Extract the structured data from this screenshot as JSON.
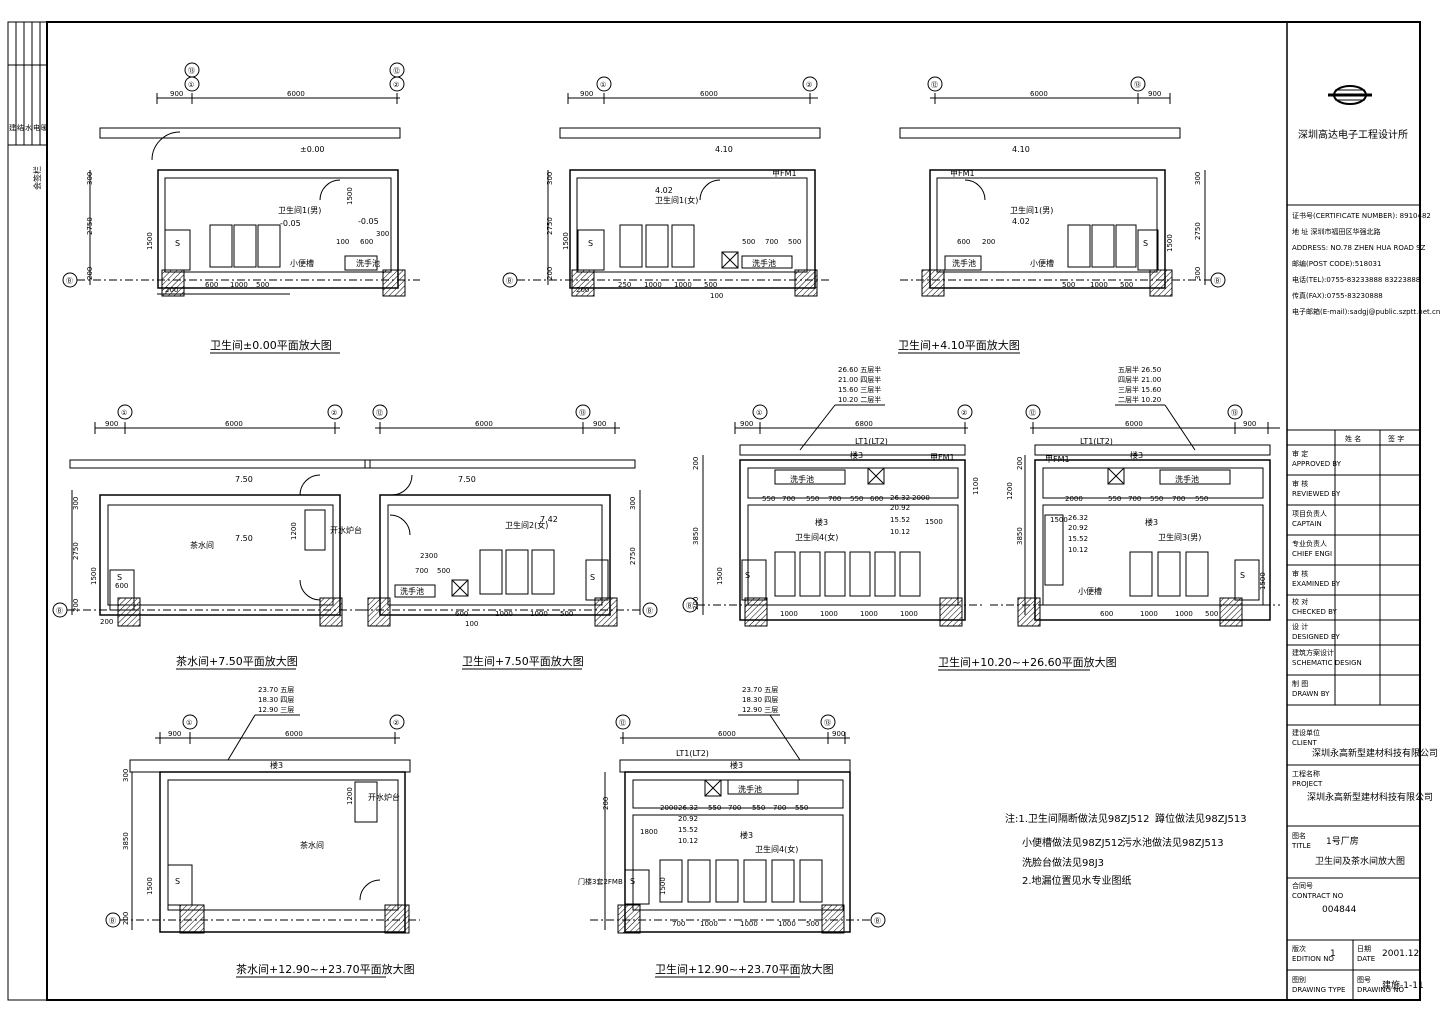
{
  "titles": {
    "p1": "卫生间±0.00平面放大图",
    "p2": "卫生间+4.10平面放大图",
    "p3": "茶水间+7.50平面放大图",
    "p4": "卫生间+7.50平面放大图",
    "p5": "卫生间+10.20~+26.60平面放大图",
    "p6": "茶水间+12.90~+23.70平面放大图",
    "p7": "卫生间+12.90~+23.70平面放大图"
  },
  "plan1": {
    "axes": [
      "⑬",
      "①",
      "⑫",
      "②",
      "Ⓑ"
    ],
    "dims": [
      "900",
      "6000",
      "300",
      "2750",
      "200",
      "1500",
      "200",
      "600",
      "1000",
      "500",
      "100",
      "600",
      "300",
      "1500"
    ],
    "labels": [
      "±0.00",
      "卫生间1(男)",
      "-0.05",
      "-0.05",
      "小便槽",
      "洗手池",
      "S"
    ]
  },
  "plan2": {
    "axes": [
      "①",
      "②",
      "Ⓑ"
    ],
    "dims": [
      "900",
      "6000",
      "300",
      "2750",
      "200",
      "1500",
      "200",
      "250",
      "1000",
      "1000",
      "500",
      "100",
      "500",
      "700",
      "500"
    ],
    "labels": [
      "4.10",
      "4.02",
      "卫生间1(女)",
      "甲FM1",
      "洗手池",
      "S"
    ]
  },
  "plan3": {
    "axes": [
      "⑫",
      "⑬",
      "Ⓑ"
    ],
    "dims": [
      "6000",
      "900",
      "300",
      "2750",
      "200",
      "600",
      "300",
      "500",
      "1000",
      "500",
      "1500"
    ],
    "labels": [
      "4.10",
      "4.02",
      "卫生间1(男)",
      "甲FM1",
      "洗手池",
      "小便槽",
      "S"
    ]
  },
  "plan4": {
    "axes": [
      "①",
      "②",
      "Ⓑ"
    ],
    "dims": [
      "900",
      "6000",
      "300",
      "2750",
      "200",
      "1500",
      "200",
      "600",
      "1200"
    ],
    "labels": [
      "7.50",
      "7.50",
      "茶水间",
      "开水炉台",
      "S"
    ]
  },
  "plan5": {
    "axes": [
      "⑫",
      "⑬",
      "Ⓑ"
    ],
    "dims": [
      "6000",
      "900",
      "2300",
      "700",
      "500",
      "600",
      "1000",
      "1000",
      "500",
      "100",
      "300",
      "2750"
    ],
    "labels": [
      "7.50",
      "卫生间2(女)",
      "7.42",
      "洗手池",
      "S"
    ]
  },
  "plan6": {
    "axes": [
      "①",
      "②",
      "Ⓑ"
    ],
    "levels": [
      "26.60 五层半",
      "21.00 四层半",
      "15.60 三层半",
      "10.20 二层半"
    ],
    "dims": [
      "900",
      "6800",
      "200",
      "3850",
      "1500",
      "200",
      "550",
      "700",
      "550",
      "700",
      "550",
      "600",
      "1000",
      "1000",
      "1000",
      "1000",
      "2000",
      "1500",
      "1100"
    ],
    "labels": [
      "LT1(LT2)",
      "楼3",
      "洗手池",
      "甲FM1",
      "26.32",
      "20.92",
      "15.52",
      "10.12",
      "卫生间4(女)",
      "S"
    ]
  },
  "plan7": {
    "axes": [
      "⑫",
      "⑬",
      "Ⓑ"
    ],
    "levels": [
      "五层半 26.50",
      "四层半 21.00",
      "三层半 15.60",
      "二层半 10.20"
    ],
    "dims": [
      "6000",
      "900",
      "200",
      "3850",
      "1500",
      "1500",
      "2000",
      "550",
      "700",
      "550",
      "700",
      "550",
      "600",
      "1000",
      "1000",
      "500",
      "1200"
    ],
    "labels": [
      "LT1(LT2)",
      "楼3",
      "洗手池",
      "甲FM1",
      "26.32",
      "20.92",
      "15.52",
      "10.12",
      "卫生间3(男)",
      "小便槽",
      "S"
    ]
  },
  "plan8": {
    "axes": [
      "①",
      "②",
      "Ⓑ"
    ],
    "levels": [
      "23.70 五层",
      "18.30 四层",
      "12.90 三层"
    ],
    "dims": [
      "900",
      "6000",
      "300",
      "3850",
      "1500",
      "200",
      "1200"
    ],
    "labels": [
      "楼3",
      "开水炉台",
      "茶水间",
      "S"
    ]
  },
  "plan9": {
    "axes": [
      "⑫",
      "⑬",
      "Ⓑ"
    ],
    "levels": [
      "23.70 五层",
      "18.30 四层",
      "12.90 三层"
    ],
    "dims": [
      "6000",
      "900",
      "200",
      "1800",
      "1500",
      "2000",
      "550",
      "700",
      "550",
      "700",
      "550",
      "1000",
      "1000",
      "1000",
      "700",
      "500"
    ],
    "labels": [
      "LT1(LT2)",
      "楼3",
      "洗手池",
      "26.32",
      "20.92",
      "15.52",
      "10.12",
      "卫生间4(女)",
      "门楼3套2FMB",
      "S"
    ]
  },
  "notes": [
    "注:1.卫生间隔断做法见98ZJ512",
    "蹲位做法见98ZJ513",
    "小便槽做法见98ZJ512",
    "污水池做法见98ZJ513",
    "洗脸台做法见98J3",
    "2.地漏位置见水专业图纸"
  ],
  "left_strip": {
    "stamp": "会签栏",
    "cells": [
      "建",
      "结",
      "水",
      "电",
      "暖"
    ]
  },
  "title_block": {
    "firm": "深圳高达电子工程设计所",
    "cert": "证书号(CERTIFICATE NUMBER): 8910482",
    "addr": "地  址  深圳市福田区华强北路",
    "addr_en": "ADDRESS: NO.78 ZHEN HUA ROAD SZ",
    "post": "邮编(POST CODE):518031",
    "tel": "电话(TEL):0755-83233888 83223888",
    "fax": "传真(FAX):0755-83230888",
    "email": "电子邮箱(E-mail):sadgj@public.szptt.net.cn",
    "sign_header": [
      "姓  名",
      "签  字"
    ],
    "roles": [
      [
        "审    定",
        "APPROVED BY"
      ],
      [
        "审    核",
        "REVIEWED BY"
      ],
      [
        "项目负责人",
        "CAPTAIN"
      ],
      [
        "专业负责人",
        "CHIEF ENGI"
      ],
      [
        "审    核",
        "EXAMINED BY"
      ],
      [
        "校    对",
        "CHECKED BY"
      ],
      [
        "设    计",
        "DESIGNED BY"
      ],
      [
        "建筑方案设计",
        "SCHEMATIC DESIGN"
      ],
      [
        "制    图",
        "DRAWN BY"
      ]
    ],
    "client_label": "建设单位",
    "client_en": "CLIENT",
    "client": "深圳永高新型建材科技有限公司",
    "project_label": "工程名称",
    "project_en": "PROJECT",
    "project": "深圳永高新型建材科技有限公司",
    "title_label": "图名",
    "title_en": "TITLE",
    "building": "1号厂房",
    "drawing_title": "卫生间及茶水间放大图",
    "contract_label": "合同号",
    "contract_en": "CONTRACT NO",
    "contract": "004844",
    "edition_label": "版次",
    "edition_en": "EDITION NO",
    "edition": "1",
    "date_label": "日期",
    "date_en": "DATE",
    "date": "2001.12",
    "type_label": "图别",
    "type_en": "DRAWING TYPE",
    "no_label": "图号",
    "no_en": "DRAWING NO",
    "no": "建施-1-11"
  }
}
